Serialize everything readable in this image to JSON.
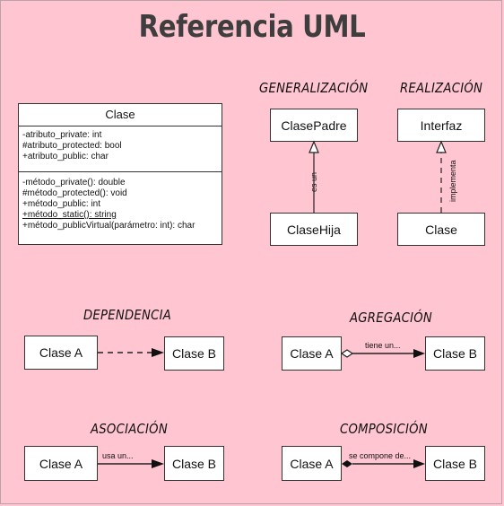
{
  "title": "Referencia UML",
  "class_diagram": {
    "name": "Clase",
    "attributes": [
      "-atributo_private: int",
      "#atributo_protected: bool",
      "+atributo_public: char"
    ],
    "methods": [
      "-método_private(): double",
      "#método_protected(): void",
      "+método_public: int",
      "+método_static(): string",
      "+método_publicVirtual(parámetro: int): char"
    ],
    "static_method_index": 3
  },
  "generalization": {
    "heading": "GENERALIZACIÓN",
    "parent": "ClasePadre",
    "child": "ClaseHija",
    "edge_label": "es un"
  },
  "realization": {
    "heading": "REALIZACIÓN",
    "interface": "Interfaz",
    "class": "Clase",
    "edge_label": "implementa"
  },
  "dependency": {
    "heading": "DEPENDENCIA",
    "from": "Clase A",
    "to": "Clase B"
  },
  "aggregation": {
    "heading": "AGREGACIÓN",
    "from": "Clase A",
    "to": "Clase B",
    "edge_label": "tiene un..."
  },
  "association": {
    "heading": "ASOCIACIÓN",
    "from": "Clase A",
    "to": "Clase B",
    "edge_label": "usa un..."
  },
  "composition": {
    "heading": "COMPOSICIÓN",
    "from": "Clase A",
    "to": "Clase B",
    "edge_label": "se compone de..."
  }
}
